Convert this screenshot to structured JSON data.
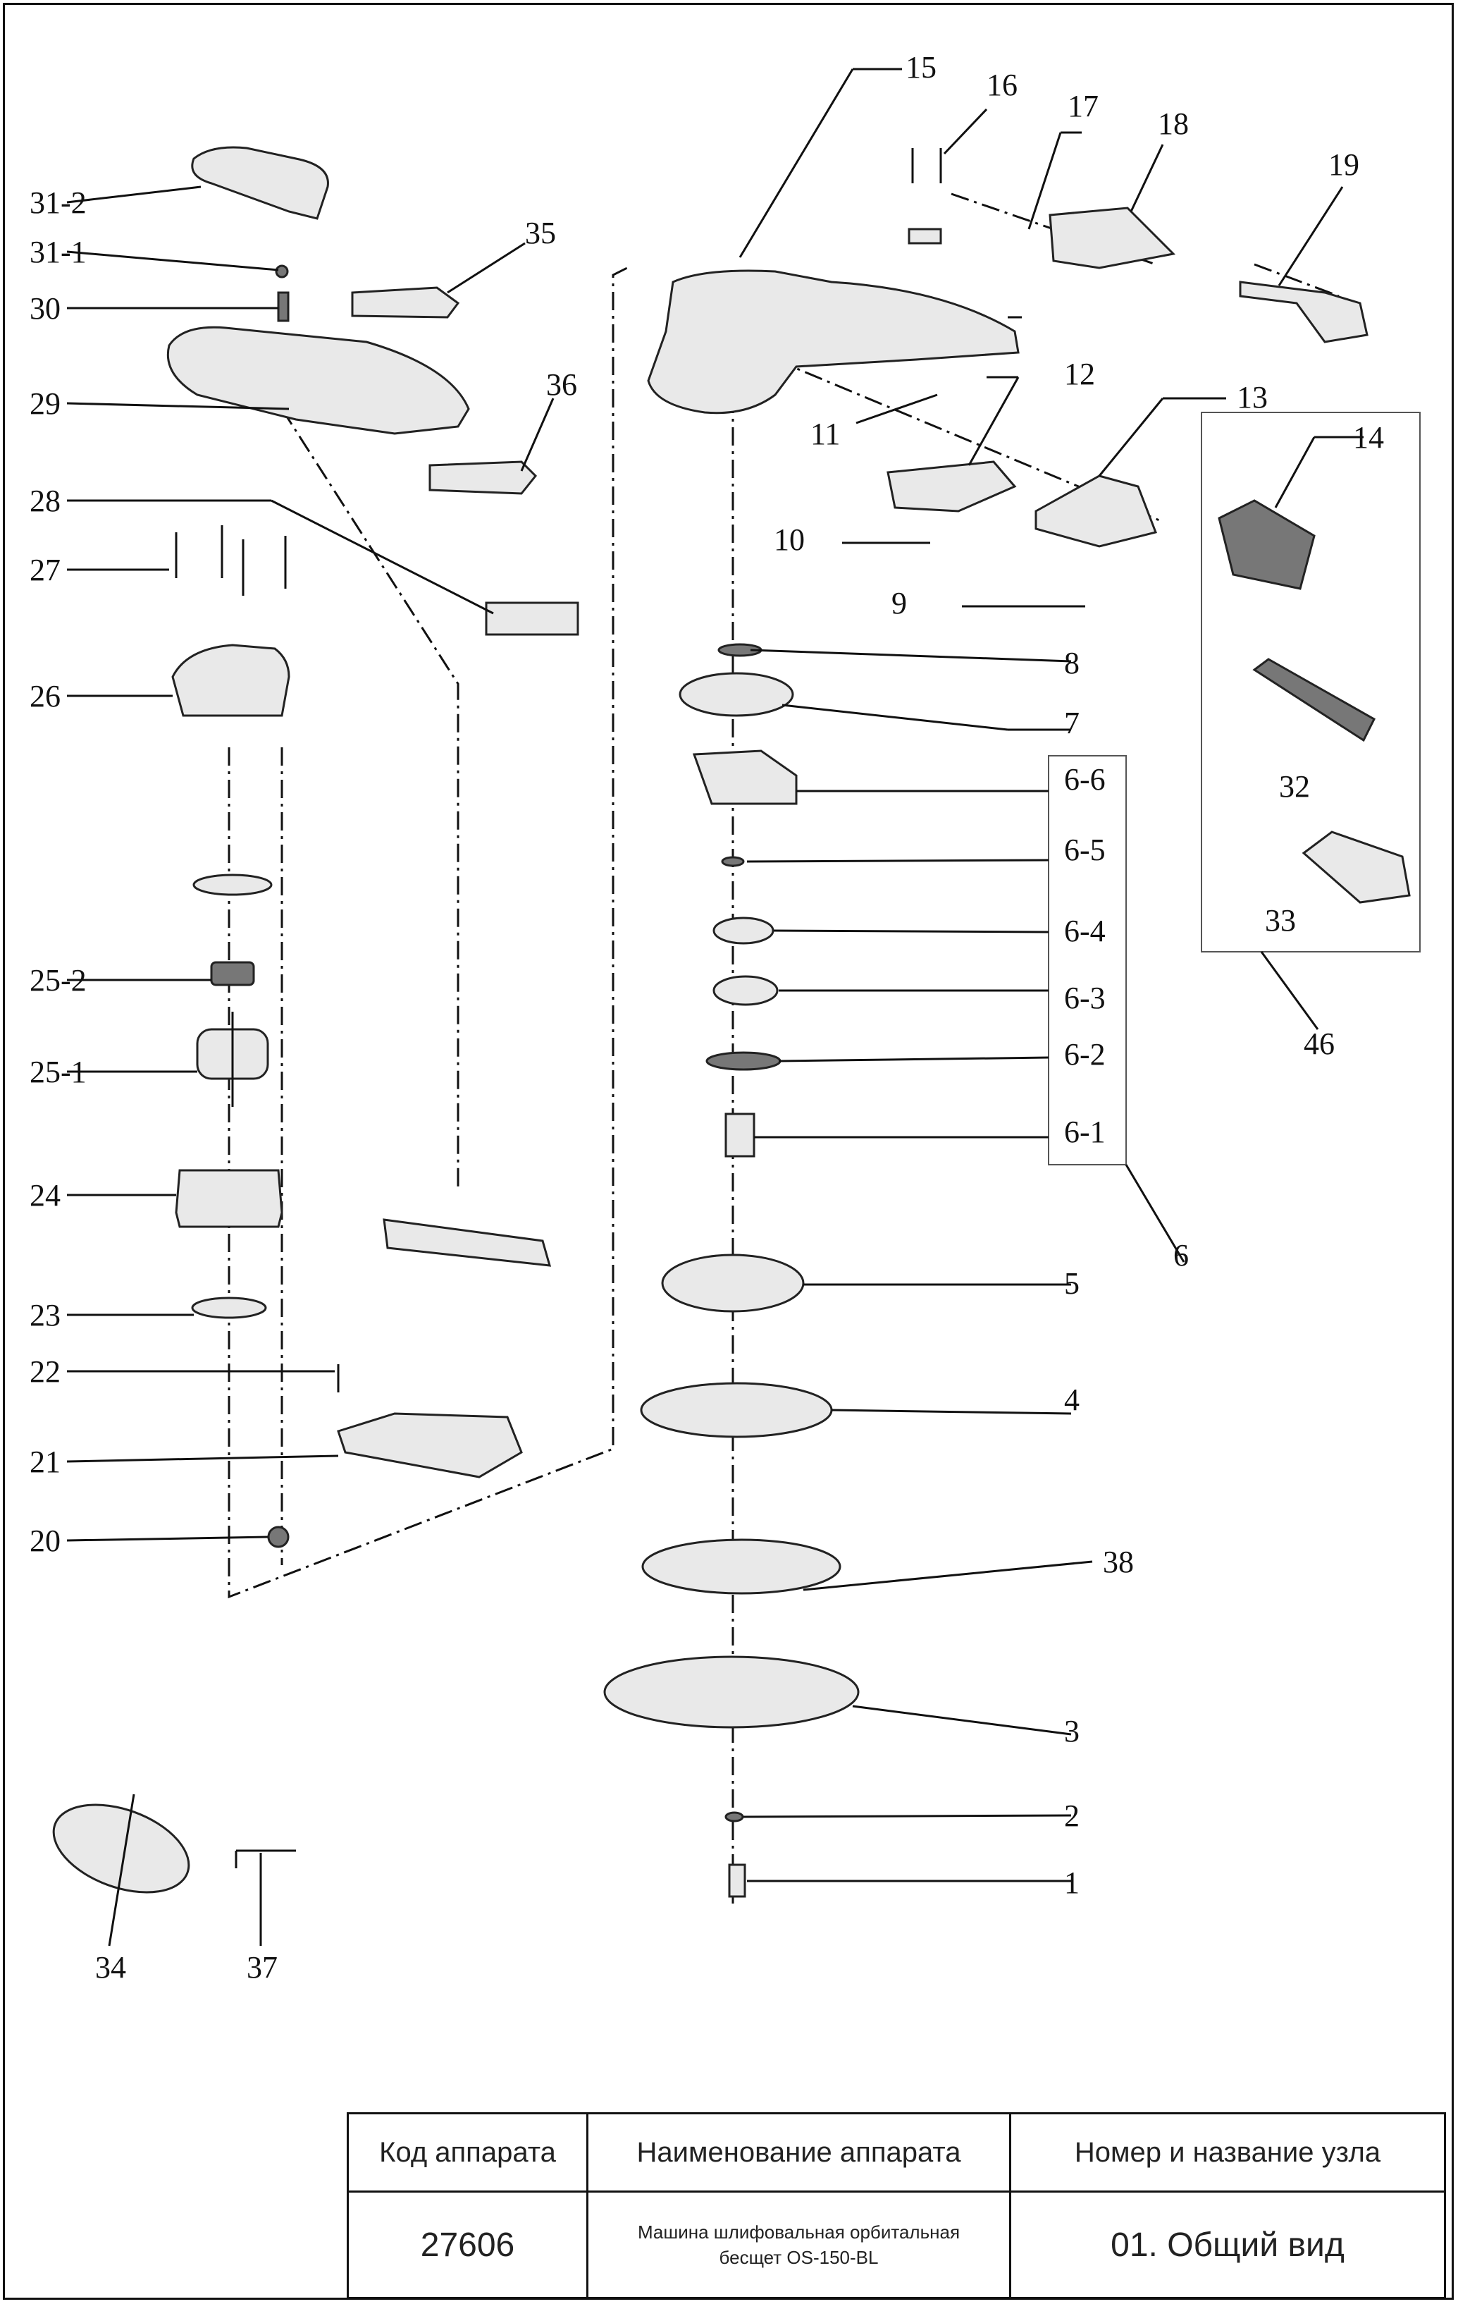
{
  "table": {
    "headers": {
      "code": "Код аппарата",
      "name": "Наименование аппарата",
      "node": "Номер и название узла"
    },
    "values": {
      "code": "27606",
      "name_line1": "Машина шлифовальная орбитальная",
      "name_line2": "бесщет OS-150-BL",
      "node": "01. Общий вид"
    }
  },
  "callouts": [
    "1",
    "2",
    "3",
    "4",
    "5",
    "6",
    "6-1",
    "6-2",
    "6-3",
    "6-4",
    "6-5",
    "6-6",
    "7",
    "8",
    "9",
    "10",
    "11",
    "12",
    "13",
    "14",
    "15",
    "16",
    "17",
    "18",
    "19",
    "20",
    "21",
    "22",
    "23",
    "24",
    "25-1",
    "25-2",
    "26",
    "27",
    "28",
    "29",
    "30",
    "31-1",
    "31-2",
    "32",
    "33",
    "34",
    "35",
    "36",
    "37",
    "38",
    "46"
  ]
}
